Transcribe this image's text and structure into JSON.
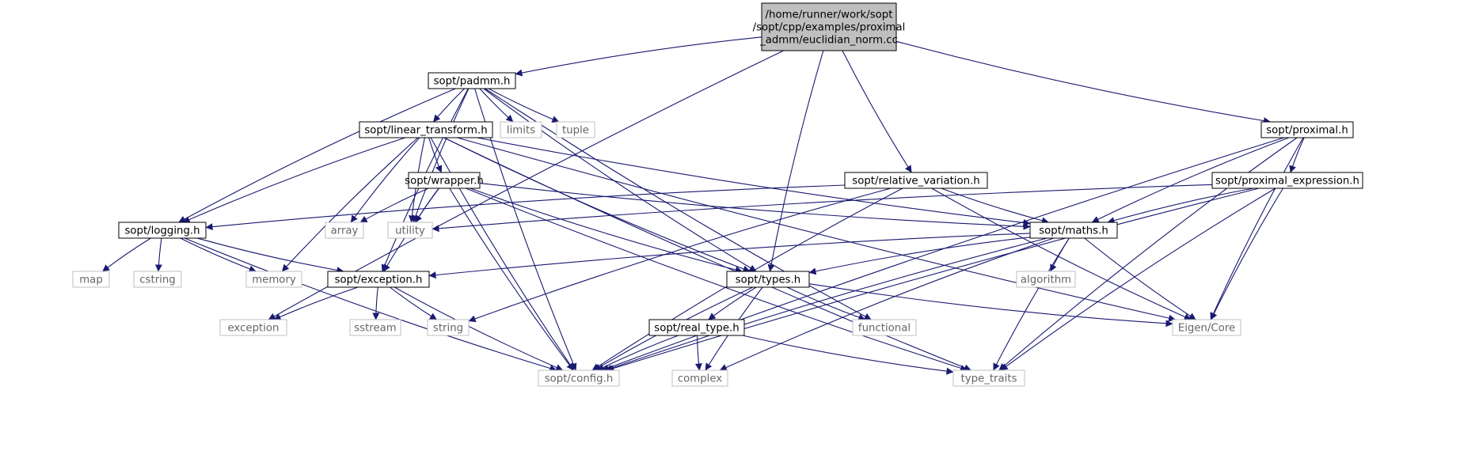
{
  "graph": {
    "colors": {
      "edge": "#191970",
      "root_fill": "#bfbfbf",
      "internal_border": "#000000",
      "external_border": "#bfbfbf",
      "external_text": "#666666"
    },
    "nodes": [
      {
        "id": "root",
        "lines": [
          "/home/runner/work/sopt",
          "/sopt/cpp/examples/proximal",
          "_admm/euclidian_norm.cc"
        ],
        "kind": "root"
      },
      {
        "id": "padmm",
        "lines": [
          "sopt/padmm.h"
        ],
        "kind": "int"
      },
      {
        "id": "linear",
        "lines": [
          "sopt/linear_transform.h"
        ],
        "kind": "int"
      },
      {
        "id": "limits",
        "lines": [
          "limits"
        ],
        "kind": "ext"
      },
      {
        "id": "tuple",
        "lines": [
          "tuple"
        ],
        "kind": "ext"
      },
      {
        "id": "wrapper",
        "lines": [
          "sopt/wrapper.h"
        ],
        "kind": "int"
      },
      {
        "id": "relvar",
        "lines": [
          "sopt/relative_variation.h"
        ],
        "kind": "int"
      },
      {
        "id": "proximal",
        "lines": [
          "sopt/proximal.h"
        ],
        "kind": "int"
      },
      {
        "id": "proxexpr",
        "lines": [
          "sopt/proximal_expression.h"
        ],
        "kind": "int"
      },
      {
        "id": "logging",
        "lines": [
          "sopt/logging.h"
        ],
        "kind": "int"
      },
      {
        "id": "array",
        "lines": [
          "array"
        ],
        "kind": "ext"
      },
      {
        "id": "utility",
        "lines": [
          "utility"
        ],
        "kind": "ext"
      },
      {
        "id": "maths",
        "lines": [
          "sopt/maths.h"
        ],
        "kind": "int"
      },
      {
        "id": "map",
        "lines": [
          "map"
        ],
        "kind": "ext"
      },
      {
        "id": "cstring",
        "lines": [
          "cstring"
        ],
        "kind": "ext"
      },
      {
        "id": "memory",
        "lines": [
          "memory"
        ],
        "kind": "ext"
      },
      {
        "id": "exception_h",
        "lines": [
          "sopt/exception.h"
        ],
        "kind": "int"
      },
      {
        "id": "types",
        "lines": [
          "sopt/types.h"
        ],
        "kind": "int"
      },
      {
        "id": "algorithm",
        "lines": [
          "algorithm"
        ],
        "kind": "ext"
      },
      {
        "id": "exception",
        "lines": [
          "exception"
        ],
        "kind": "ext"
      },
      {
        "id": "sstream",
        "lines": [
          "sstream"
        ],
        "kind": "ext"
      },
      {
        "id": "string",
        "lines": [
          "string"
        ],
        "kind": "ext"
      },
      {
        "id": "realtype",
        "lines": [
          "sopt/real_type.h"
        ],
        "kind": "int"
      },
      {
        "id": "functional",
        "lines": [
          "functional"
        ],
        "kind": "ext"
      },
      {
        "id": "eigen",
        "lines": [
          "Eigen/Core"
        ],
        "kind": "ext"
      },
      {
        "id": "config",
        "lines": [
          "sopt/config.h"
        ],
        "kind": "ext"
      },
      {
        "id": "complex",
        "lines": [
          "complex"
        ],
        "kind": "ext"
      },
      {
        "id": "typetraits",
        "lines": [
          "type_traits"
        ],
        "kind": "ext"
      }
    ],
    "edges": [
      [
        "root",
        "padmm"
      ],
      [
        "root",
        "exception"
      ],
      [
        "root",
        "types"
      ],
      [
        "root",
        "relvar"
      ],
      [
        "root",
        "proximal"
      ],
      [
        "padmm",
        "linear"
      ],
      [
        "padmm",
        "limits"
      ],
      [
        "padmm",
        "tuple"
      ],
      [
        "padmm",
        "logging"
      ],
      [
        "padmm",
        "utility"
      ],
      [
        "padmm",
        "exception_h"
      ],
      [
        "padmm",
        "types"
      ],
      [
        "padmm",
        "functional"
      ],
      [
        "padmm",
        "config"
      ],
      [
        "linear",
        "wrapper"
      ],
      [
        "linear",
        "logging"
      ],
      [
        "linear",
        "array"
      ],
      [
        "linear",
        "utility"
      ],
      [
        "linear",
        "memory"
      ],
      [
        "linear",
        "maths"
      ],
      [
        "linear",
        "types"
      ],
      [
        "linear",
        "eigen"
      ],
      [
        "linear",
        "config"
      ],
      [
        "linear",
        "typetraits"
      ],
      [
        "wrapper",
        "array"
      ],
      [
        "wrapper",
        "utility"
      ],
      [
        "wrapper",
        "exception_h"
      ],
      [
        "wrapper",
        "maths"
      ],
      [
        "wrapper",
        "types"
      ],
      [
        "wrapper",
        "config"
      ],
      [
        "wrapper",
        "typetraits"
      ],
      [
        "relvar",
        "logging"
      ],
      [
        "relvar",
        "maths"
      ],
      [
        "relvar",
        "string"
      ],
      [
        "relvar",
        "eigen"
      ],
      [
        "relvar",
        "config"
      ],
      [
        "proximal",
        "proxexpr"
      ],
      [
        "proximal",
        "maths"
      ],
      [
        "proximal",
        "eigen"
      ],
      [
        "proximal",
        "config"
      ],
      [
        "proximal",
        "typetraits"
      ],
      [
        "proxexpr",
        "utility"
      ],
      [
        "proxexpr",
        "maths"
      ],
      [
        "proxexpr",
        "eigen"
      ],
      [
        "proxexpr",
        "config"
      ],
      [
        "proxexpr",
        "typetraits"
      ],
      [
        "logging",
        "map"
      ],
      [
        "logging",
        "cstring"
      ],
      [
        "logging",
        "memory"
      ],
      [
        "logging",
        "exception_h"
      ],
      [
        "logging",
        "config"
      ],
      [
        "maths",
        "exception_h"
      ],
      [
        "maths",
        "types"
      ],
      [
        "maths",
        "algorithm"
      ],
      [
        "maths",
        "eigen"
      ],
      [
        "maths",
        "config"
      ],
      [
        "maths",
        "complex"
      ],
      [
        "maths",
        "typetraits"
      ],
      [
        "exception_h",
        "exception"
      ],
      [
        "exception_h",
        "sstream"
      ],
      [
        "exception_h",
        "string"
      ],
      [
        "exception_h",
        "config"
      ],
      [
        "types",
        "realtype"
      ],
      [
        "types",
        "functional"
      ],
      [
        "types",
        "eigen"
      ],
      [
        "types",
        "config"
      ],
      [
        "types",
        "complex"
      ],
      [
        "realtype",
        "config"
      ],
      [
        "realtype",
        "complex"
      ],
      [
        "realtype",
        "typetraits"
      ]
    ]
  }
}
